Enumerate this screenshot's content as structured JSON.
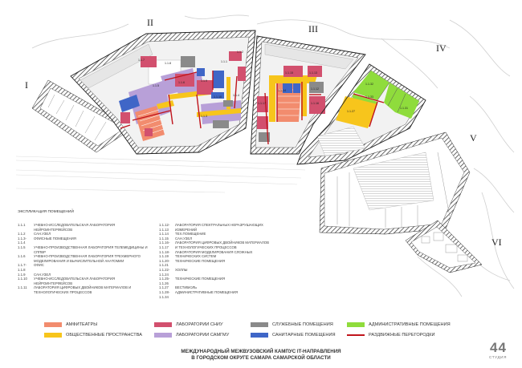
{
  "sections": [
    "I",
    "II",
    "III",
    "IV",
    "V",
    "VI"
  ],
  "room_labels": {
    "b2": [
      "1.1.7",
      "1.1.8",
      "1.1.6",
      "1.1.9",
      "1.1.10",
      "1.1.1",
      "1.1.2",
      "1.1.5",
      "1.1.3",
      "1.1.4"
    ],
    "b3": [
      "1.1.15",
      "1.1.13",
      "1.1.14",
      "1.1.16",
      "1.1.12",
      "1.1.17"
    ],
    "b4": [
      "1.1.32",
      "1.1.33",
      "1.1.27",
      "1.1.31"
    ]
  },
  "explication": {
    "title": "ЭКСПЛИКАЦИЯ ПОМЕЩЕНИЙ",
    "col1": [
      {
        "code": "1.1.1",
        "name": "УЧЕБНО-ИССЛЕДОВАТЕЛЬСКАЯ ЛАБОРАТОРИЯ НЕЙРОИНТЕРФЕЙСОВ"
      },
      {
        "code": "1.1.2",
        "name": "САН.УЗЕЛ"
      },
      {
        "code": "1.1.3-1.1.4",
        "name": "ОФИСНЫЕ ПОМЕЩЕНИЯ"
      },
      {
        "code": "1.1.5",
        "name": "УЧЕБНО-ПРОИЗВОДСТВЕННАЯ ЛАБОРАТОРИЯ ТЕЛЕМЕДИЦИНЫ И СППВР"
      },
      {
        "code": "1.1.6",
        "name": "УЧЕБНО-ПРОИЗВОДСТВЕННАЯ ЛАБОРАТОРИЯ ТРЕХМЕРНОГО МОДЕЛИРОВАНИЯ И ВЫЧИСЛИТЕЛЬНОЙ АНАТОМИИ"
      },
      {
        "code": "1.1.7-1.1.8",
        "name": "ОФИС"
      },
      {
        "code": "1.1.9",
        "name": "САН.УЗЕЛ"
      },
      {
        "code": "1.1.10",
        "name": "УЧЕБНО-ИССЛЕДОВАТЕЛЬСКАЯ ЛАБОРАТОРИЯ НЕЙРОИНТЕРФЕЙСОВ"
      },
      {
        "code": "1.1.11",
        "name": "ЛАБОРАТОРИЯ ЦИФРОВЫХ ДВОЙНИКОВ МАТЕРИАЛОВ И ТЕХНОЛОГИЧЕСКИХ ПРОЦЕССОВ"
      }
    ],
    "col2": [
      {
        "code": "1.1.12-1.1.13",
        "name": "ЛАБОРАТОРИЯ СПЕКТРАЛЬНЫХ НЕРАЗРУШАЮЩИХ ИЗМЕРЕНИЙ"
      },
      {
        "code": "1.1.14",
        "name": "ТЕХ.ПОМЕЩЕНИЕ"
      },
      {
        "code": "1.1.15",
        "name": "САН.УЗЕЛ"
      },
      {
        "code": "1.1.16-1.1.17",
        "name": "ЛАБОРАТОРИЯ ЦИФРОВЫХ ДВОЙНИКОВ МАТЕРИАЛОВ И ТЕХНОЛОГИЧЕСКИХ ПРОЦЕССОВ"
      },
      {
        "code": "1.1.18-1.1.19",
        "name": "ЛАБОРАТОРИЯ МОДЕЛИРОВАНИЯ СЛОЖНЫХ ТЕХНИЧЕСКИХ СИСТЕМ"
      },
      {
        "code": "1.1.20-1.1.21",
        "name": "ТЕХНИЧЕСКИЕ ПОМЕЩЕНИЯ"
      },
      {
        "code": "1.1.22-1.1.24",
        "name": "ХОЛЛЫ"
      },
      {
        "code": "1.1.25-1.1.26",
        "name": "ТЕХНИЧЕСКИЕ ПОМЕЩЕНИЯ"
      },
      {
        "code": "1.1.27",
        "name": "ВЕСТИБЮЛЬ"
      },
      {
        "code": "1.1.28-1.1.34",
        "name": "АДМИНИСТРАТИВНЫЕ ПОМЕЩЕНИЯ"
      }
    ]
  },
  "legend": [
    {
      "label": "АМФИТЕАТРЫ",
      "color": "#f28c6e",
      "kind": "fill"
    },
    {
      "label": "ОБЩЕСТВЕННЫЕ ПРОСТРАНСТВА",
      "color": "#f7c51c",
      "kind": "fill"
    },
    {
      "label": "ЛАБОРАТОРИИ СНИУ",
      "color": "#d2506e",
      "kind": "fill"
    },
    {
      "label": "ЛАБОРАТОРИИ САМГМУ",
      "color": "#b8a0d8",
      "kind": "fill"
    },
    {
      "label": "СЛУЖЕБНЫЕ ПОМЕЩЕНИЯ",
      "color": "#8a8a8a",
      "kind": "fill"
    },
    {
      "label": "САНИТАРНЫЕ ПОМЕЩЕНИЯ",
      "color": "#3f66c7",
      "kind": "fill"
    },
    {
      "label": "АДМИНИСТРАТИВНЫЕ ПОМЕЩЕНИЯ",
      "color": "#8fdc3c",
      "kind": "fill"
    },
    {
      "label": "РАЗДВИЖНЫЕ ПЕРЕГОРОДКИ",
      "color": "#c0141c",
      "kind": "line"
    }
  ],
  "title": {
    "line1": "МЕЖДУНАРОДНЫЙ МЕЖВУЗОВСКИЙ КАМПУС IT-НАПРАВЛЕНИЯ",
    "line2": "В ГОРОДСКОМ ОКРУГЕ САМАРА САМАРСКОЙ ОБЛАСТИ"
  },
  "logo": {
    "mark_1": "4",
    "mark_2": "4",
    "word": "СТУДИЯ"
  }
}
